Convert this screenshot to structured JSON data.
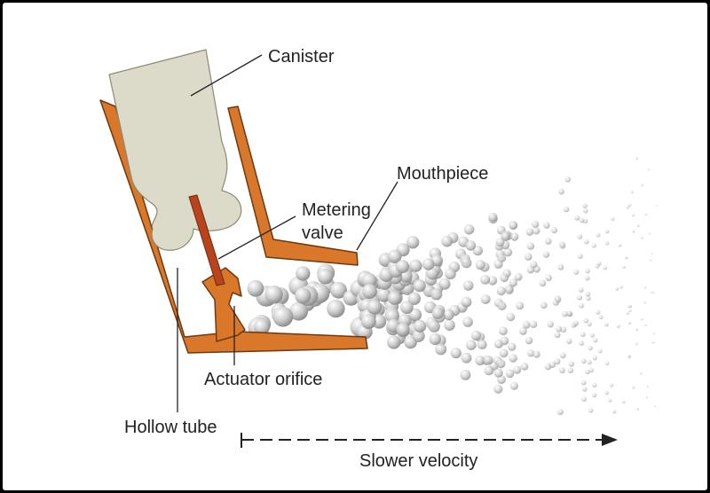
{
  "labels": {
    "canister": "Canister",
    "metering_valve_line1": "Metering",
    "metering_valve_line2": "valve",
    "mouthpiece": "Mouthpiece",
    "actuator_orifice": "Actuator orifice",
    "hollow_tube": "Hollow tube",
    "slower_velocity": "Slower velocity"
  },
  "colors": {
    "actuator_body": "#d9772a",
    "actuator_outline": "#6b3a10",
    "canister_fill": "#dcdac8",
    "valve_stem": "#b9441c",
    "droplet": "#b8b8b8",
    "leader_line": "#222222"
  }
}
